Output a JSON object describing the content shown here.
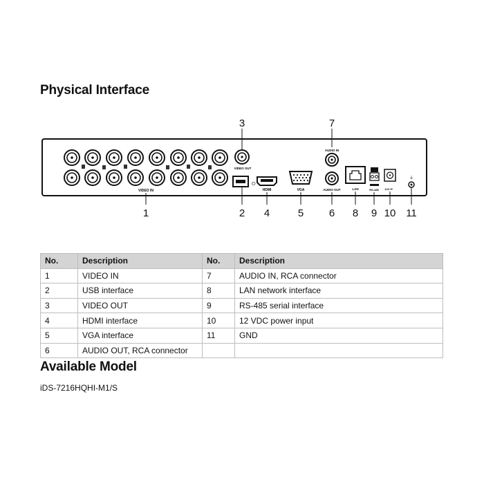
{
  "physical_interface": {
    "heading": "Physical Interface",
    "callouts": [
      "1",
      "2",
      "3",
      "4",
      "5",
      "6",
      "7",
      "8",
      "9",
      "10",
      "11"
    ],
    "panel_labels": {
      "video_in": "VIDEO IN",
      "video_out": "VIDEO OUT",
      "hdmi": "HDMI",
      "vga": "VGA",
      "audio_in": "AUDIO IN",
      "audio_out": "AUDIO OUT",
      "lan": "LAN",
      "rs485": "RS-485",
      "power": "12V ⎓"
    }
  },
  "table": {
    "headers": [
      "No.",
      "Description",
      "No.",
      "Description"
    ],
    "rows": [
      [
        "1",
        "VIDEO IN",
        "7",
        "AUDIO IN, RCA connector"
      ],
      [
        "2",
        "USB interface",
        "8",
        "LAN network interface"
      ],
      [
        "3",
        "VIDEO OUT",
        "9",
        "RS-485 serial interface"
      ],
      [
        "4",
        "HDMI interface",
        "10",
        "12 VDC power input"
      ],
      [
        "5",
        "VGA interface",
        "11",
        "GND"
      ],
      [
        "6",
        "AUDIO OUT, RCA connector",
        "",
        ""
      ]
    ]
  },
  "available_model": {
    "heading": "Available Model",
    "model": "iDS-7216HQHI-M1/S"
  }
}
